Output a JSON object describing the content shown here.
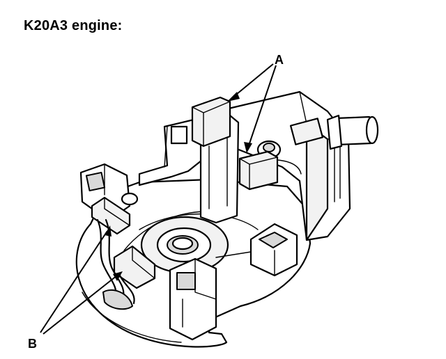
{
  "title": "K20A3 engine:",
  "callouts": {
    "a": "A",
    "b": "B"
  }
}
